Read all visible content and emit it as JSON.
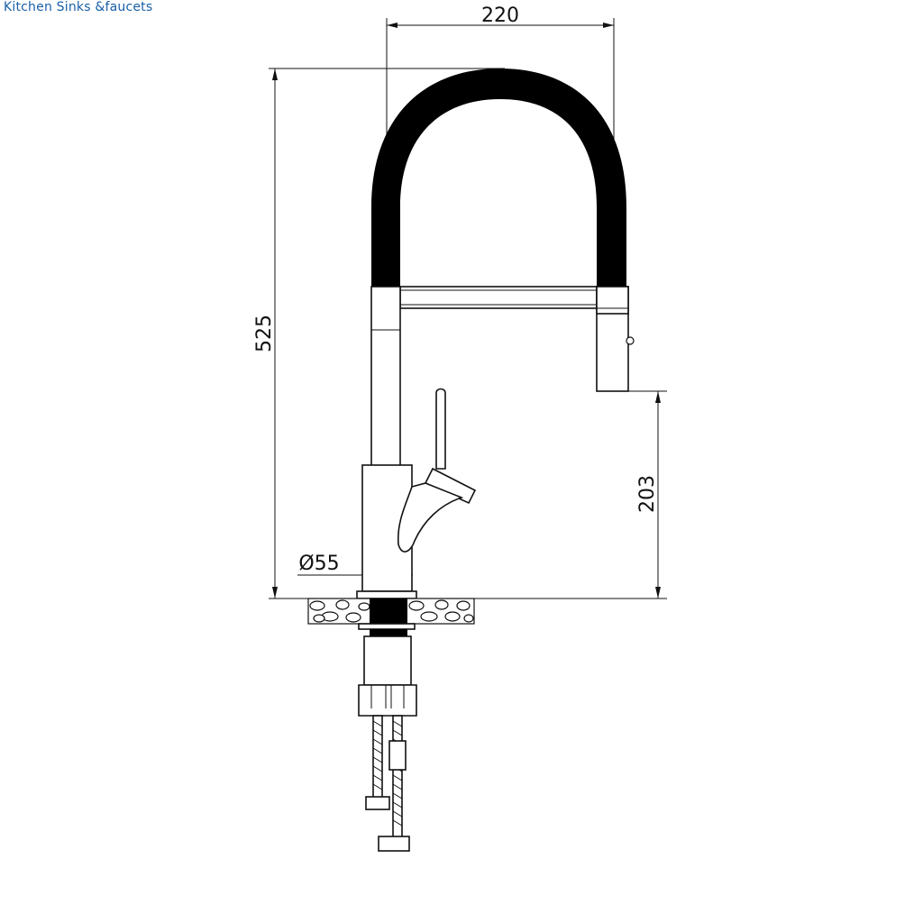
{
  "brand": {
    "text": "Kitchen Sinks &faucets",
    "color": "#1a5fa8"
  },
  "drawing": {
    "subject": "faucet-technical-drawing",
    "hose_color": "#000000",
    "line_color": "#111111",
    "dimensions": {
      "spout_reach": "220",
      "total_height": "525",
      "spout_clearance": "203",
      "base_diameter": "Ø55"
    }
  }
}
